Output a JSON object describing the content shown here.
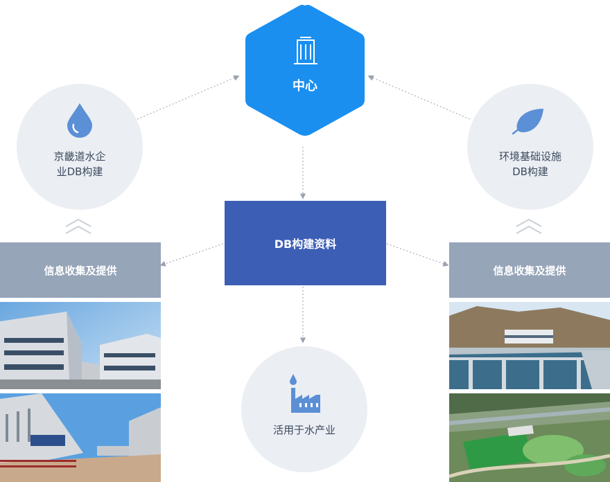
{
  "center": {
    "label": "中心"
  },
  "db_box": {
    "label": "DB构建资料"
  },
  "left_circle": {
    "line1": "京畿道水企",
    "line2": "业DB构建"
  },
  "right_circle": {
    "line1": "环境基础设施",
    "line2": "DB构建"
  },
  "bottom_circle": {
    "label": "活用于水产业"
  },
  "left_bar": {
    "label": "信息收集及提供"
  },
  "right_bar": {
    "label": "信息收集及提供"
  },
  "colors": {
    "hex_blue": "#1a8ff0",
    "db_blue": "#3d5eb5",
    "bar_gray": "#96a5b8",
    "circle_bg": "#ebeef3",
    "icon_blue": "#5b8fd6"
  }
}
